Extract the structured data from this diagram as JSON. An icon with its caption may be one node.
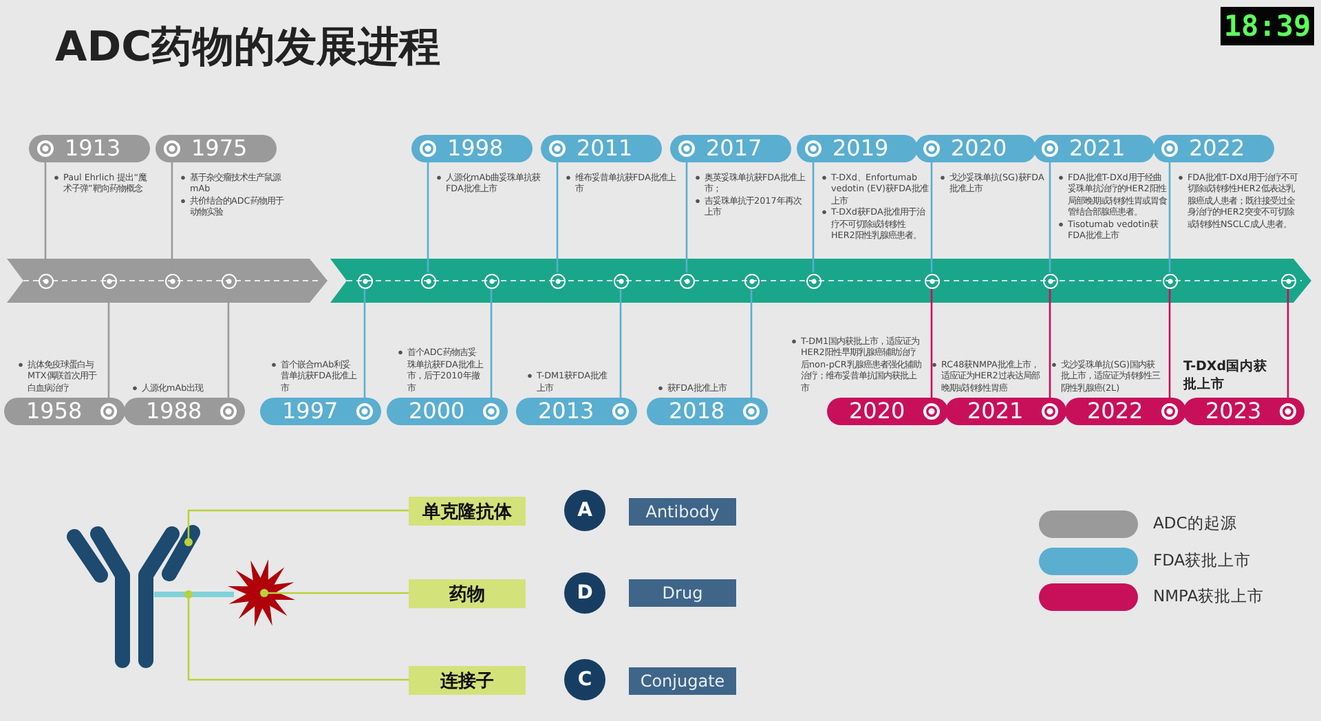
{
  "diagram": {
    "title": "ADC药物的发展进程",
    "nodes": [
      {
        "text": [
          "1913"
        ],
        "beside": [
          "Paul Ehrlich 提出“魔术子弹”靶向药物概念"
        ]
      },
      {
        "text": [
          "1975"
        ],
        "beside": [
          "基于杂交瘤技术生产鼠源mAb",
          "共价结合的ADC药物用于动物实验"
        ]
      },
      {
        "text": [
          "1998"
        ],
        "beside": [
          "人源化mAb曲妥珠单抗获FDA批准上市"
        ]
      },
      {
        "text": [
          "2011"
        ],
        "beside": [
          "维布妥昔单抗获FDA批准上市"
        ]
      },
      {
        "text": [
          "2017"
        ],
        "beside": [
          "奥英妥珠单抗获FDA批准上市；",
          "吉妥珠单抗于2017年再次上市"
        ]
      },
      {
        "text": [
          "2019"
        ],
        "beside": [
          "T-DXd、Enfortumab vedotin (EV)获FDA批准上市",
          "T-DXd获FDA批准用于治疗不可切除或转移性HER2阳性乳腺癌患者。"
        ]
      },
      {
        "text": [
          "2020"
        ],
        "beside": [
          "戈沙妥珠单抗(SG)获FDA批准上市"
        ]
      },
      {
        "text": [
          "2021"
        ],
        "beside": [
          "FDA批准T-DXd用于经曲妥珠单抗治疗的HER2阳性局部晚期或转移性胃或胃食管结合部腺癌患者。",
          "Tisotumab vedotin获FDA批准上市"
        ]
      },
      {
        "text": [
          "2022"
        ],
        "beside": [
          "FDA批准T-DXd用于治疗不可切除或转移性HER2低表达乳腺癌成人患者；既往接受过全身治疗的HER2突变不可切除或转移性NSCLC成人患者。"
        ]
      },
      {
        "text": [
          "1958"
        ],
        "beside": [
          "抗体免疫球蛋白与MTX偶联首次用于白血病治疗"
        ]
      },
      {
        "text": [
          "1988"
        ],
        "beside": [
          "人源化mAb出现"
        ]
      },
      {
        "text": [
          "1997"
        ],
        "beside": [
          "首个嵌合mAb利妥昔单抗获FDA批准上市"
        ]
      },
      {
        "text": [
          "2000"
        ],
        "beside": [
          "首个ADC药物吉妥珠单抗获FDA批准上市，后于2010年撤市"
        ]
      },
      {
        "text": [
          "2013"
        ],
        "beside": [
          "T-DM1获FDA批准上市"
        ]
      },
      {
        "text": [
          "2018"
        ],
        "beside": [
          "获FDA批准上市"
        ]
      },
      {
        "text": [
          "2020"
        ],
        "beside": [
          "T-DM1国内获批上市，适应证为HER2阳性早期乳腺癌辅助治疗后non-pCR乳腺癌患者强化辅助治疗；维布妥昔单抗国内获批上市"
        ]
      },
      {
        "text": [
          "2021"
        ],
        "beside": [
          "RC48获NMPA批准上市，适应证为HER2过表达局部晚期或转移性胃癌"
        ]
      },
      {
        "text": [
          "2022"
        ],
        "beside": [
          "戈沙妥珠单抗(SG)国内获批上市，适应证为转移性三阴性乳腺癌(2L)"
        ]
      },
      {
        "text": [
          "2023"
        ],
        "beside": [
          "T-DXd国内获批上市"
        ]
      },
      {
        "text": [],
        "shape": "circle"
      },
      {
        "text": [],
        "shape": "circle"
      },
      {
        "text": [],
        "shape": "circle"
      },
      {
        "text": [],
        "shape": "circle"
      },
      {
        "text": [],
        "shape": "circle"
      },
      {
        "text": [],
        "shape": "circle"
      },
      {
        "text": [],
        "shape": "circle"
      },
      {
        "text": [],
        "shape": "circle"
      },
      {
        "text": [],
        "shape": "circle"
      },
      {
        "text": [],
        "shape": "circle"
      },
      {
        "text": [],
        "shape": "circle"
      },
      {
        "text": [],
        "shape": "circle"
      },
      {
        "text": [],
        "shape": "circle"
      },
      {
        "text": [],
        "shape": "circle"
      },
      {
        "text": [],
        "shape": "circle"
      },
      {
        "text": [],
        "shape": "circle"
      },
      {
        "text": [
          "单克隆抗体"
        ]
      },
      {
        "text": [
          "药物"
        ]
      },
      {
        "text": [
          "连接子"
        ]
      },
      {
        "text": [
          "A"
        ]
      },
      {
        "text": [
          "Antibody"
        ]
      },
      {
        "text": [
          "D"
        ]
      },
      {
        "text": [
          "Drug"
        ]
      },
      {
        "text": [
          "C"
        ]
      },
      {
        "text": [
          "Conjugate"
        ]
      },
      {
        "text": [],
        "shape": "picture"
      },
      {
        "text": [],
        "shape": "star"
      },
      {
        "text": [],
        "shape": "bar"
      }
    ],
    "edges": [
      {
        "from": 0,
        "to": 19,
        "arrow": "none",
        "color": "#9a9a9a"
      },
      {
        "from": 1,
        "to": 21,
        "arrow": "none",
        "color": "#9a9a9a"
      },
      {
        "from": 2,
        "to": 24,
        "arrow": "none"
      },
      {
        "from": 3,
        "to": 26,
        "arrow": "none"
      },
      {
        "from": 4,
        "to": 28,
        "arrow": "none"
      },
      {
        "from": 5,
        "to": 30,
        "arrow": "none"
      },
      {
        "from": 6,
        "to": 31,
        "arrow": "none"
      },
      {
        "from": 7,
        "to": 32,
        "arrow": "none"
      },
      {
        "from": 8,
        "to": 33,
        "arrow": "none"
      },
      {
        "from": 9,
        "to": 20,
        "arrow": "none",
        "color": "#9a9a9a"
      },
      {
        "from": 10,
        "to": 22,
        "arrow": "none",
        "color": "#9a9a9a"
      },
      {
        "from": 11,
        "to": 23,
        "arrow": "none"
      },
      {
        "from": 12,
        "to": 25,
        "arrow": "none"
      },
      {
        "from": 13,
        "to": 27,
        "arrow": "none"
      },
      {
        "from": 14,
        "to": 29,
        "arrow": "none"
      },
      {
        "from": 15,
        "to": 31,
        "arrow": "none",
        "color": "#c8105a"
      },
      {
        "from": 16,
        "to": 32,
        "arrow": "none",
        "color": "#c8105a"
      },
      {
        "from": 17,
        "to": 33,
        "arrow": "none",
        "color": "#c8105a"
      },
      {
        "from": 18,
        "to": 34,
        "arrow": "none",
        "color": "#c8105a"
      },
      {
        "from": 35,
        "to": 44,
        "arrow": "other",
        "color": "#b9d23a"
      },
      {
        "from": 36,
        "to": 45,
        "arrow": "other",
        "color": "#b9d23a"
      },
      {
        "from": 37,
        "to": 46,
        "arrow": "other",
        "color": "#b9d23a"
      }
    ],
    "labels": [
      "18:39"
    ],
    "legend": [
      {
        "text": "ADC的起源",
        "color": "#9a9a9a"
      },
      {
        "text": "FDA获批上市",
        "color": "#5aaed0"
      },
      {
        "text": "NMPA获批上市",
        "color": "#c8105a"
      }
    ]
  }
}
